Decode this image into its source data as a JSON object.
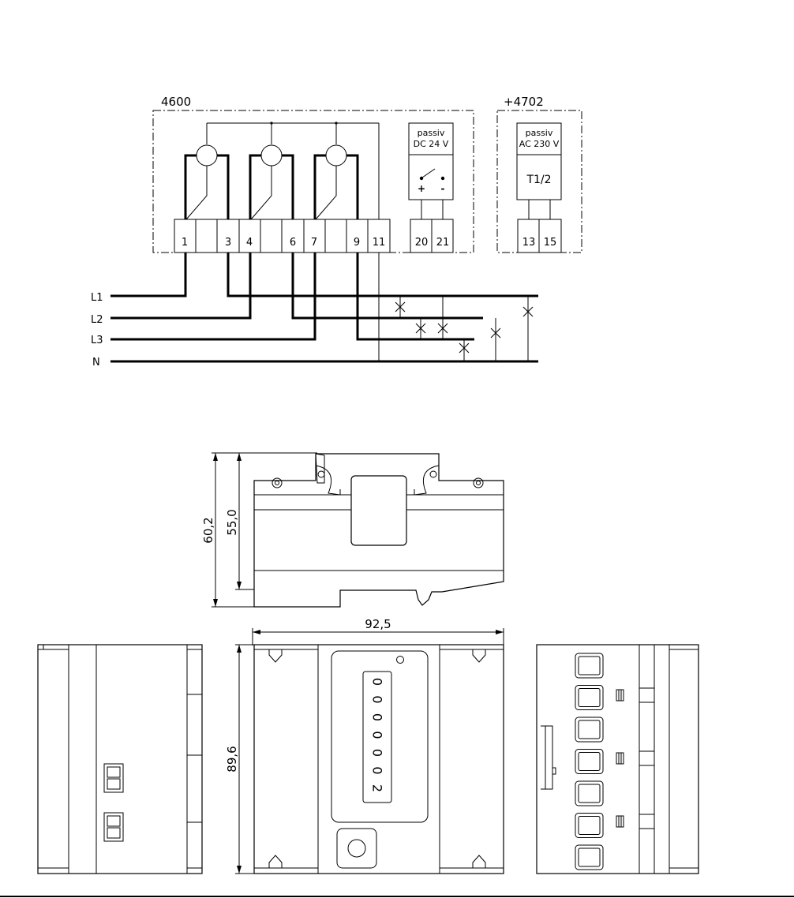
{
  "wiring": {
    "meter_model": "4600",
    "module_model": "+4702",
    "terminals": [
      "1",
      "3",
      "4",
      "6",
      "7",
      "9",
      "11"
    ],
    "pulse_terminals": [
      "20",
      "21"
    ],
    "module_terminals": [
      "13",
      "15"
    ],
    "pulse_output": {
      "line1": "passiv",
      "line2": "DC 24 V",
      "plus": "+",
      "minus": "-"
    },
    "module": {
      "line1": "passiv",
      "line2": "AC 230 V",
      "label": "T1/2"
    },
    "lines": [
      "L1",
      "L2",
      "L3",
      "N"
    ]
  },
  "dimensions": {
    "total_height": "60,2",
    "body_height": "55,0",
    "width": "92,5",
    "depth": "89,6"
  },
  "counter_digits": [
    "0",
    "0",
    "0",
    "0",
    "0",
    "0",
    "2"
  ]
}
